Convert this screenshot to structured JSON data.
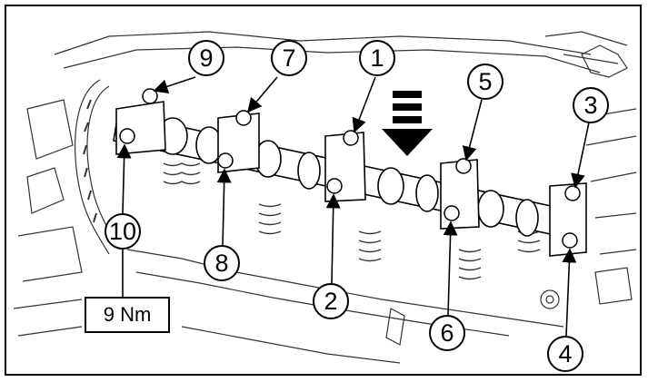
{
  "callouts": [
    {
      "id": "c9",
      "label": "9"
    },
    {
      "id": "c7",
      "label": "7"
    },
    {
      "id": "c1",
      "label": "1"
    },
    {
      "id": "c5",
      "label": "5"
    },
    {
      "id": "c3",
      "label": "3"
    },
    {
      "id": "c10",
      "label": "10"
    },
    {
      "id": "c8",
      "label": "8"
    },
    {
      "id": "c2",
      "label": "2"
    },
    {
      "id": "c6",
      "label": "6"
    },
    {
      "id": "c4",
      "label": "4"
    }
  ],
  "torque_spec": "9 Nm",
  "colors": {
    "line": "#000000",
    "background": "#ffffff",
    "engine_lines": "#333333"
  },
  "icons": [
    "front-direction-arrow-icon"
  ]
}
